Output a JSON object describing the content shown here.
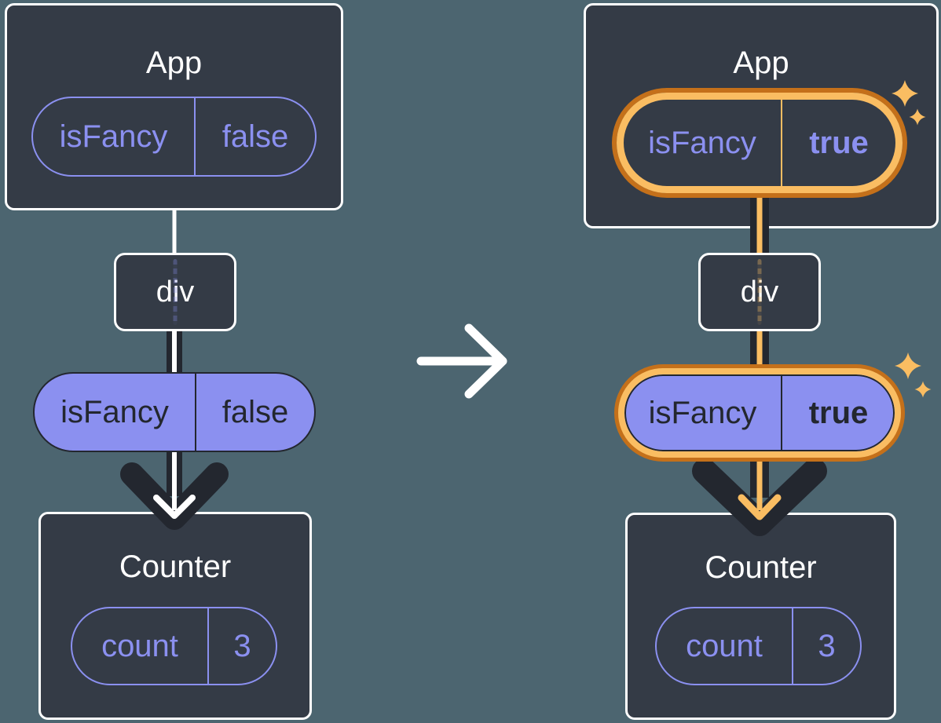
{
  "colors": {
    "background": "#4C6570",
    "card": "#343B46",
    "purple": "#8B90F0",
    "ink_dark": "#23272F",
    "highlight_orange": "#FABD62",
    "highlight_orange_dark": "#C4701A",
    "white": "#FFFFFF"
  },
  "before": {
    "app": {
      "title": "App",
      "prop": {
        "name": "isFancy",
        "value": "false"
      }
    },
    "div": {
      "label": "div"
    },
    "passed_prop": {
      "name": "isFancy",
      "value": "false"
    },
    "counter": {
      "title": "Counter",
      "state": {
        "name": "count",
        "value": "3"
      }
    }
  },
  "after": {
    "app": {
      "title": "App",
      "prop": {
        "name": "isFancy",
        "value": "true"
      }
    },
    "div": {
      "label": "div"
    },
    "passed_prop": {
      "name": "isFancy",
      "value": "true"
    },
    "counter": {
      "title": "Counter",
      "state": {
        "name": "count",
        "value": "3"
      }
    }
  }
}
